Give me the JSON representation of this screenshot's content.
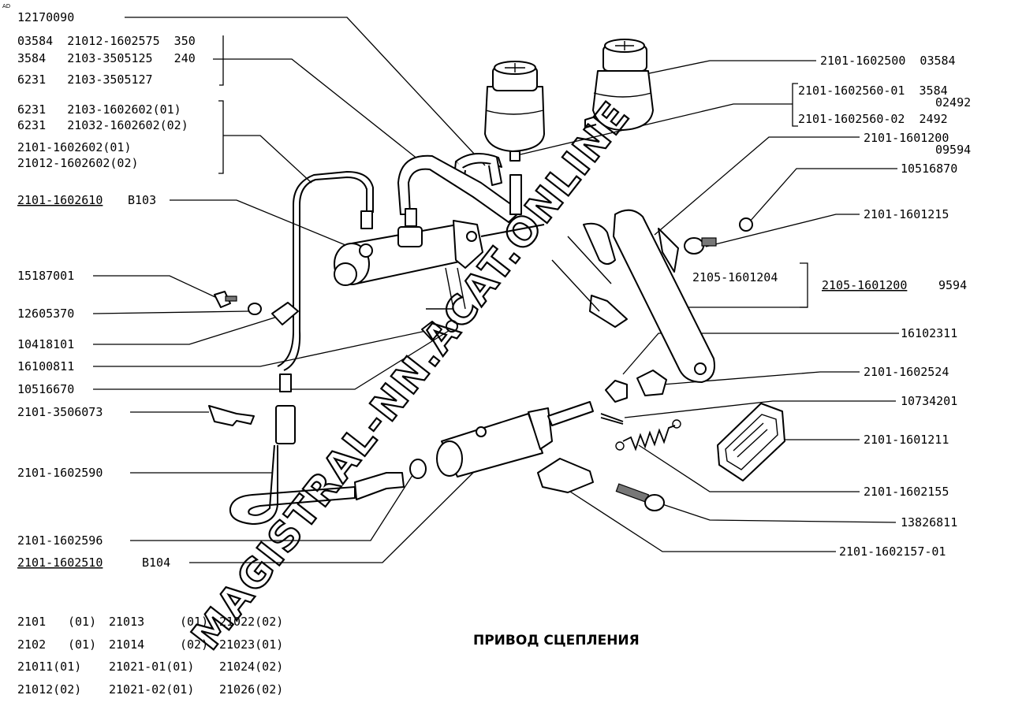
{
  "corner_mark": "AD",
  "title": "ПРИВОД СЦЕПЛЕНИЯ",
  "watermark": "MAGISTRAL-NN.ACAT.ONLINE",
  "left_labels": {
    "l1": "12170090",
    "l2": "03584  21012-1602575  350",
    "l3": "3584   2103-3505125   240",
    "l4": "6231   2103-3505127",
    "l5": "6231   2103-1602602(01)",
    "l6": "6231   21032-1602602(02)",
    "l7": "2101-1602602(01)",
    "l8": "21012-1602602(02)",
    "l9_code": "2101-1602610",
    "l9_suffix": "B103",
    "l10": "15187001",
    "l11": "12605370",
    "l12": "10418101",
    "l13": "16100811",
    "l14": "10516670",
    "l15": "2101-3506073",
    "l16": "2101-1602590",
    "l17": "2101-1602596",
    "l18_code": "2101-1602510",
    "l18_suffix": "B104"
  },
  "right_labels": {
    "r1": "2101-1602500  03584",
    "r2": "2101-1602560-01  3584",
    "r2b": "02492",
    "r3": "2101-1602560-02  2492",
    "r4": "2101-1601200",
    "r4b": "09594",
    "r5": "10516870",
    "r6": "2101-1601215",
    "r7": "2105-1601204",
    "r8_code": "2105-1601200",
    "r8_suffix": "9594",
    "r9": "16102311",
    "r10": "2101-1602524",
    "r11": "10734201",
    "r12": "2101-1601211",
    "r13": "2101-1602155",
    "r14": "13826811",
    "r15": "2101-1602157-01"
  },
  "model_table": [
    [
      "2101",
      "(01)",
      "21013",
      "(01)",
      "21022(02)"
    ],
    [
      "2102",
      "(01)",
      "21014",
      "(02)",
      "21023(01)"
    ],
    [
      "21011(01)",
      "",
      "21021-01(01)",
      "",
      "21024(02)"
    ],
    [
      "21012(02)",
      "",
      "21021-02(01)",
      "",
      "21026(02)"
    ]
  ]
}
